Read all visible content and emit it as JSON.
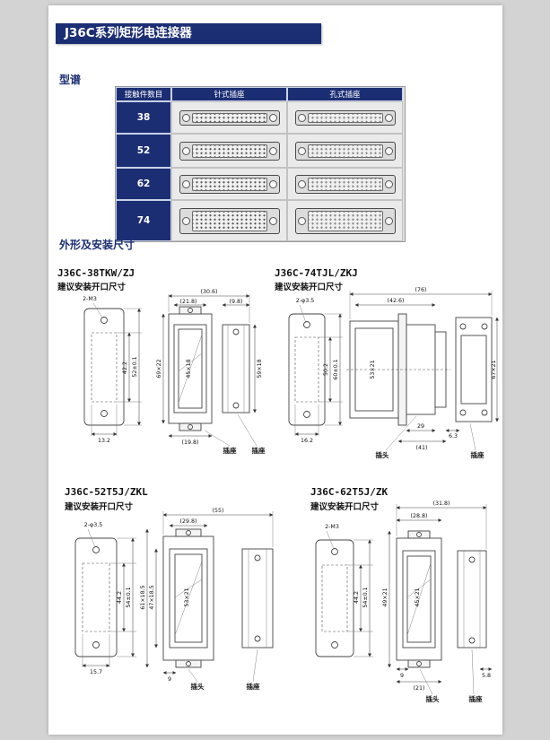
{
  "header": {
    "title": "J36C系列矩形电连接器"
  },
  "sections": {
    "spectrum_title": "型谱",
    "outline_title": "外形及安装尺寸"
  },
  "table": {
    "headers": [
      "接触件数目",
      "针式插座",
      "孔式插座"
    ],
    "rows": [
      {
        "count": "38"
      },
      {
        "count": "52"
      },
      {
        "count": "62"
      },
      {
        "count": "74"
      }
    ]
  },
  "drawings": [
    {
      "title": "J36C-38TKW/ZJ",
      "subtitle": "建议安装开口尺寸",
      "labels": {
        "hole": "2-M3",
        "cutout_height": "42.2",
        "overall_height": "52±0.1",
        "cutout_width": "13.2",
        "top_overall": "(30.6)",
        "top_left": "(21.8)",
        "top_right": "(9.8)",
        "left_vertical": "69×22",
        "center_vertical": "45×18",
        "right_vertical": "59×18",
        "bottom_width": "(19.8)",
        "socket1": "插座",
        "socket2": "插座"
      }
    },
    {
      "title": "J36C-74TJL/ZKJ",
      "subtitle": "建议安装开口尺寸",
      "labels": {
        "hole": "2-φ3.5",
        "cutout_height": "50.2",
        "overall_height": "60±0.1",
        "cutout_width": "16.2",
        "top_overall": "(76)",
        "top_inner": "(42.6)",
        "body_vertical": "53×21",
        "face_vertical": "67×21",
        "bottom_1": "29",
        "bottom_2": "(41)",
        "bottom_3": "6.3",
        "plug": "插头",
        "socket": "插座"
      }
    },
    {
      "title": "J36C-52T5J/ZKL",
      "subtitle": "建议安装开口尺寸",
      "labels": {
        "hole": "2-φ3.5",
        "cutout_height": "44.2",
        "overall_height": "54±0.1",
        "cutout_width": "15.7",
        "top_overall": "(55)",
        "top_inner": "(29.8)",
        "outer_vertical": "61×18.5",
        "inner_vertical": "47×18.5",
        "body_vertical": "53×21",
        "bottom_1": "9",
        "plug": "插头",
        "socket": "插座"
      }
    },
    {
      "title": "J36C-62T5J/ZK",
      "subtitle": "建议安装开口尺寸",
      "labels": {
        "hole": "2-M3",
        "cutout_height": "44.2",
        "overall_height": "54±0.1",
        "top_overall": "(31.8)",
        "top_inner": "(28.8)",
        "outer_vertical": "49×21",
        "inner_vertical": "45×21",
        "bottom_1": "9",
        "bottom_2": "(21)",
        "bottom_3": "5.8",
        "plug": "插头",
        "socket": "插座"
      }
    }
  ]
}
